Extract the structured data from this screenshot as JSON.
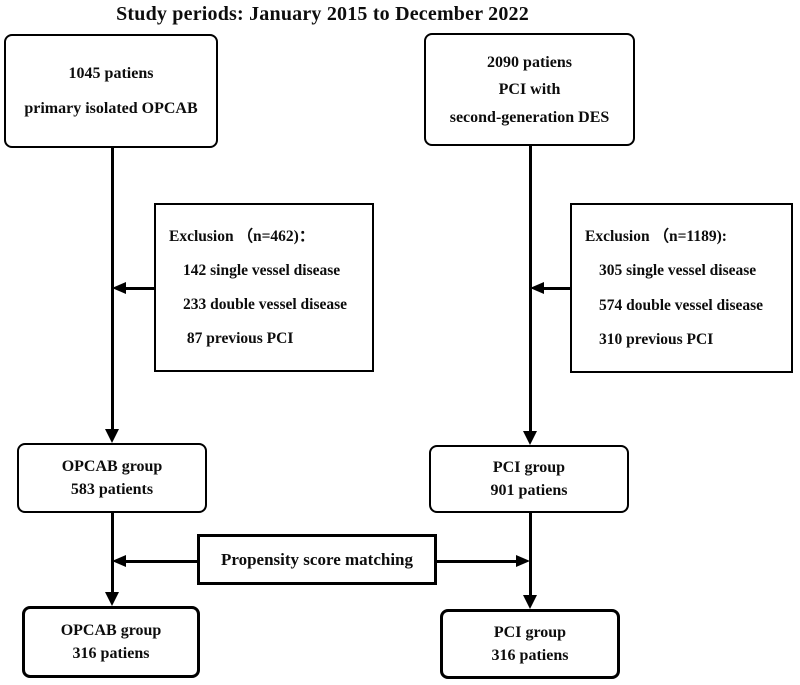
{
  "title": "Study periods: January 2015 to December 2022",
  "colors": {
    "line": "#000000",
    "background": "#ffffff",
    "text": "#0d0d0d"
  },
  "flowchart": {
    "opcab_initial": {
      "lines": [
        "1045 patiens",
        "primary isolated OPCAB"
      ]
    },
    "pci_initial": {
      "lines": [
        "2090 patiens",
        "PCI with",
        "second-generation DES"
      ]
    },
    "opcab_exclusion": {
      "header": "Exclusion （n=462)：",
      "items": [
        "142 single vessel disease",
        "233 double vessel disease",
        " 87 previous PCI"
      ]
    },
    "pci_exclusion": {
      "header": "Exclusion （n=1189):",
      "items": [
        "305 single vessel disease",
        "574 double vessel disease",
        "310 previous PCI"
      ]
    },
    "opcab_group_pre": {
      "lines": [
        "OPCAB group",
        "583 patients"
      ]
    },
    "pci_group_pre": {
      "lines": [
        "PCI group",
        "901 patiens"
      ]
    },
    "matching": {
      "label": "Propensity score matching"
    },
    "opcab_group_post": {
      "lines": [
        "OPCAB group",
        "316 patiens"
      ]
    },
    "pci_group_post": {
      "lines": [
        "PCI group",
        "316 patiens"
      ]
    }
  }
}
